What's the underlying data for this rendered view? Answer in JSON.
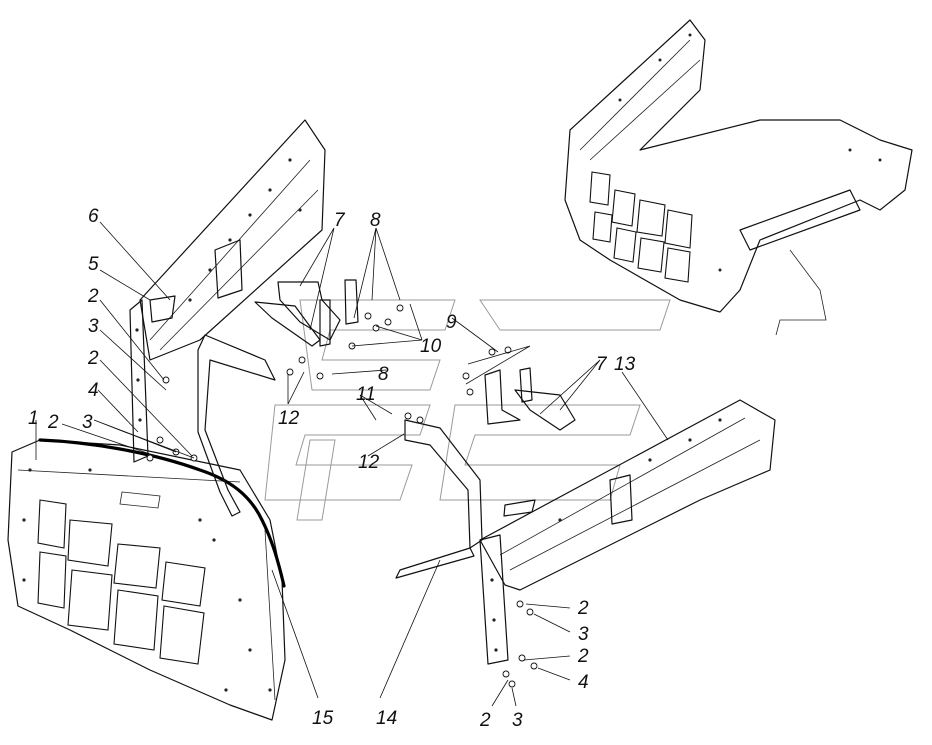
{
  "callouts": [
    {
      "id": "c1",
      "text": "1"
    },
    {
      "id": "c2a",
      "text": "2"
    },
    {
      "id": "c2b",
      "text": "2"
    },
    {
      "id": "c2c",
      "text": "2"
    },
    {
      "id": "c2d",
      "text": "2"
    },
    {
      "id": "c2e",
      "text": "2"
    },
    {
      "id": "c2f",
      "text": "2"
    },
    {
      "id": "c3a",
      "text": "3"
    },
    {
      "id": "c3b",
      "text": "3"
    },
    {
      "id": "c3c",
      "text": "3"
    },
    {
      "id": "c3d",
      "text": "3"
    },
    {
      "id": "c4a",
      "text": "4"
    },
    {
      "id": "c4b",
      "text": "4"
    },
    {
      "id": "c5",
      "text": "5"
    },
    {
      "id": "c6",
      "text": "6"
    },
    {
      "id": "c7a",
      "text": "7"
    },
    {
      "id": "c7b",
      "text": "7"
    },
    {
      "id": "c8a",
      "text": "8"
    },
    {
      "id": "c8b",
      "text": "8"
    },
    {
      "id": "c9",
      "text": "9"
    },
    {
      "id": "c10",
      "text": "10"
    },
    {
      "id": "c11",
      "text": "11"
    },
    {
      "id": "c12a",
      "text": "12"
    },
    {
      "id": "c12b",
      "text": "12"
    },
    {
      "id": "c13",
      "text": "13"
    },
    {
      "id": "c14",
      "text": "14"
    },
    {
      "id": "c15",
      "text": "15"
    }
  ]
}
